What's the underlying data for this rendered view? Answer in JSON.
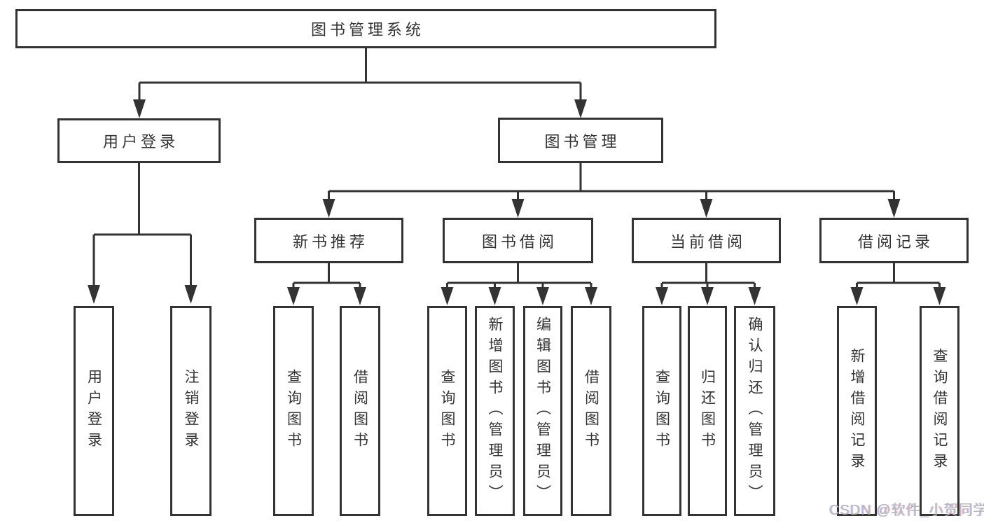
{
  "diagram": {
    "root": "图书管理系统",
    "branches": [
      {
        "label": "用户登录",
        "children": [
          {
            "label": "用户登录"
          },
          {
            "label": "注销登录"
          }
        ]
      },
      {
        "label": "图书管理",
        "children": [
          {
            "label": "新书推荐",
            "children": [
              {
                "label": "查询图书"
              },
              {
                "label": "借阅图书"
              }
            ]
          },
          {
            "label": "图书借阅",
            "children": [
              {
                "label": "查询图书"
              },
              {
                "label": "新增图书（管理员）"
              },
              {
                "label": "编辑图书（管理员）"
              },
              {
                "label": "借阅图书"
              }
            ]
          },
          {
            "label": "当前借阅",
            "children": [
              {
                "label": "查询图书"
              },
              {
                "label": "归还图书"
              },
              {
                "label": "确认归还（管理员）"
              }
            ]
          },
          {
            "label": "借阅记录",
            "children": [
              {
                "label": "新增借阅记录"
              },
              {
                "label": "查询借阅记录"
              }
            ]
          }
        ]
      }
    ]
  },
  "watermark": "CSDN @软件_小贺同学",
  "colors": {
    "line": "#333333",
    "text": "#333333",
    "background": "#ffffff",
    "watermark": "#b6b9bd"
  }
}
